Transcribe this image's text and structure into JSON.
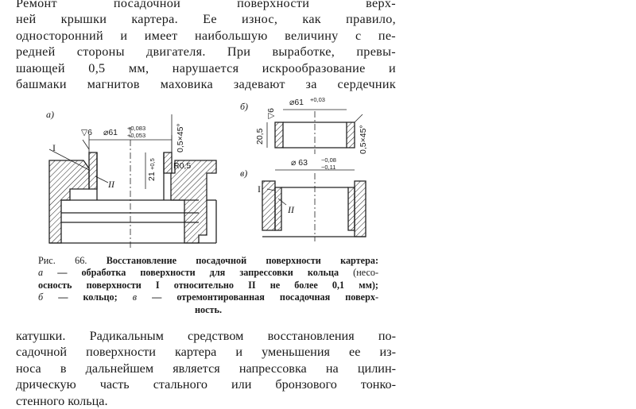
{
  "paragraph_top": [
    "Ремонт посадочной поверхности верх-",
    "ней крышки картера. Ее износ, как правило,",
    "односторонний и имеет наибольшую величину с пе-",
    "редней стороны двигателя. При выработке, превы-",
    "шающей 0,5 мм, нарушается искрообразование и",
    "башмаки магнитов маховика задевают за сердечник"
  ],
  "figure": {
    "panel_labels": {
      "a": "а)",
      "b": "б)",
      "c": "в)"
    },
    "part_labels": {
      "one_a": "I",
      "two_a": "II",
      "one_c": "I",
      "two_c": "II"
    },
    "dims": {
      "surface_a": "▽6",
      "dia_a_main": "⌀61",
      "dia_a_tol_up": "+0,083",
      "dia_a_tol_low": "+0,053",
      "chamfer_a": "0,5×45°",
      "depth_a": "21",
      "depth_a_tol": "+0,5",
      "radius_a": "R0,5",
      "surface_b": "▽6",
      "dia_b_main": "⌀61",
      "dia_b_tol": "+0,03",
      "height_b": "20,5",
      "chamfer_b": "0,5×45°",
      "dia_c_main": "⌀ 63",
      "dia_c_tol_up": "−0,08",
      "dia_c_tol_low": "−0,11"
    }
  },
  "caption": {
    "line1_prefix": "Рис. 66.",
    "line1_bold": "Восстановление посадочной поверхности картера:",
    "line2_it": "а",
    "line2_bold": "— обработка поверхности для запрессовки кольца",
    "line2_rest": "(несо-",
    "line3_bold": "осность поверхности I относительно II не более 0,1 мм);",
    "line4_it1": "б",
    "line4_bold1": "— кольцо;",
    "line4_it2": "в",
    "line4_bold2": "— отремонтированная посадочная поверх-",
    "line5_bold": "ность."
  },
  "paragraph_bottom": [
    "катушки. Радикальным средством восстановления по-",
    "садочной поверхности картера и уменьшения ее из-",
    "носа в дальнейшем является напрессовка на цилин-",
    "дрическую часть стального или бронзового тонко-",
    "стенного кольца."
  ]
}
